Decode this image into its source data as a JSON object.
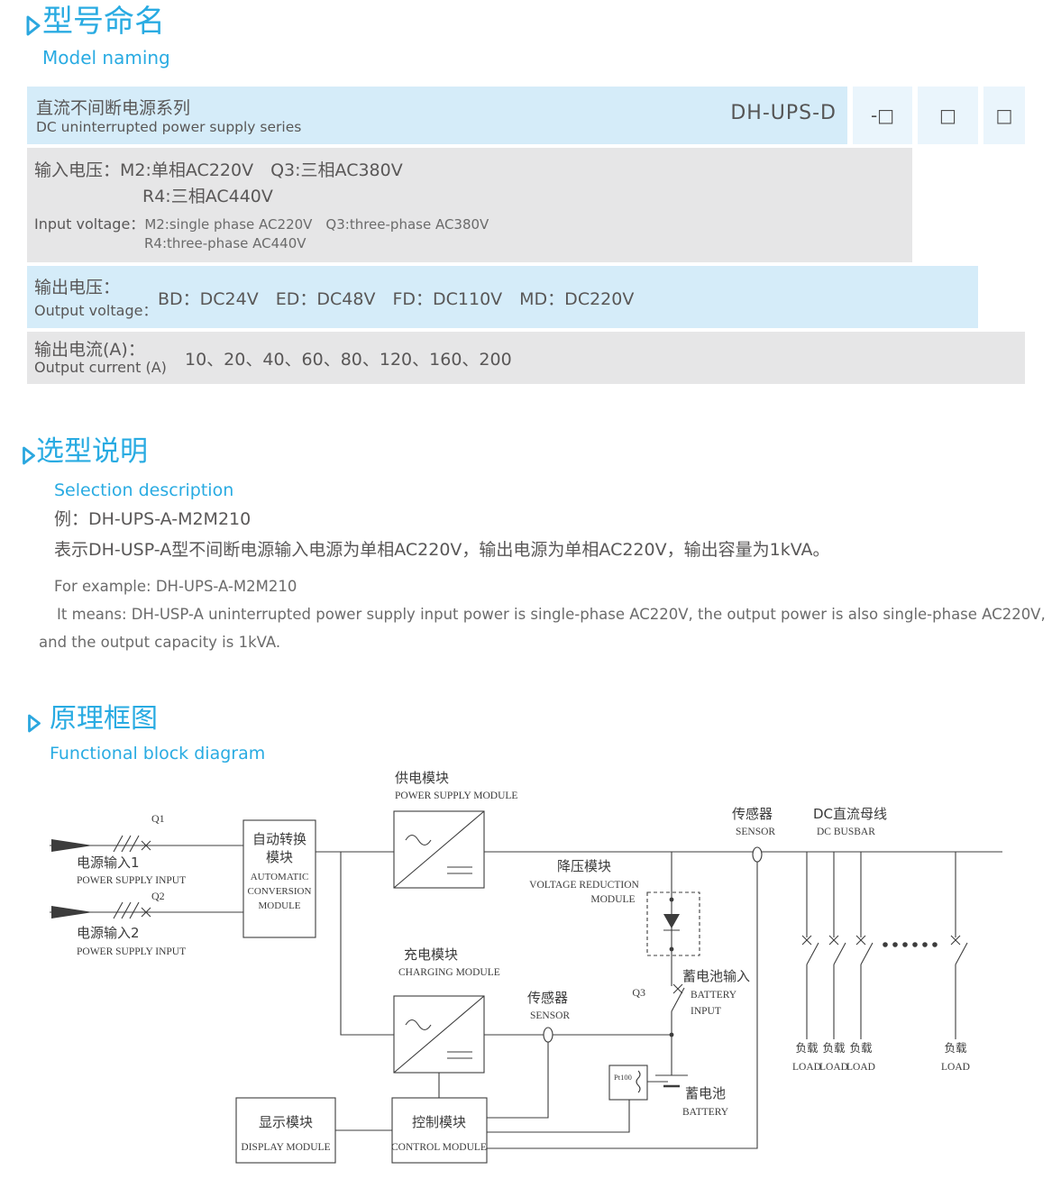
{
  "colors": {
    "accent": "#29abe2",
    "row_blue": "#d5ecf9",
    "row_gray": "#e6e6e7"
  },
  "model_naming": {
    "title_zh": "型号命名",
    "title_en": "Model naming",
    "table": {
      "series_zh": "直流不间断电源系列",
      "series_en": "DC uninterrupted power supply series",
      "model_code": "DH-UPS-D",
      "boxes": [
        "-□",
        "□",
        "□"
      ],
      "input_label_zh": "输入电压：",
      "input_value_zh1": "M2:单相AC220V　Q3:三相AC380V",
      "input_value_zh2": "R4:三相AC440V",
      "input_label_en": "Input voltage：",
      "input_value_en1": "M2:single phase AC220V　Q3:three-phase AC380V",
      "input_value_en2": "R4:three-phase AC440V",
      "output_v_label_zh": "输出电压：",
      "output_v_label_en": "Output voltage：",
      "output_v_value": "BD：DC24V　ED：DC48V　FD：DC110V　MD：DC220V",
      "output_c_label_zh": "输出电流(A)：",
      "output_c_label_en": "Output current (A)",
      "output_c_value": "10、20、40、60、80、120、160、200"
    }
  },
  "selection": {
    "title_zh": "选型说明",
    "title_en": "Selection description",
    "example_zh": "例：DH-UPS-A-M2M210",
    "desc_zh": "表示DH-USP-A型不间断电源输入电源为单相AC220V，输出电源为单相AC220V，输出容量为1kVA。",
    "example_en": "For example: DH-UPS-A-M2M210",
    "desc_en1": "It means: DH-USP-A uninterrupted power supply input power is single-phase AC220V, the output power is also single-phase AC220V,",
    "desc_en2": "and the output capacity is 1kVA."
  },
  "diagram": {
    "title_zh": "原理框图",
    "title_en": "Functional block diagram",
    "labels": {
      "power_module_zh": "供电模块",
      "power_module_en": "POWER SUPPLY MODULE",
      "sensor1_zh": "传感器",
      "sensor1_en": "SENSOR",
      "busbar_zh": "DC直流母线",
      "busbar_en": "DC BUSBAR",
      "q1": "Q1",
      "q2": "Q2",
      "q3": "Q3",
      "input1_zh": "电源输入1",
      "input1_en": "POWER SUPPLY INPUT",
      "input2_zh": "电源输入2",
      "input2_en": "POWER SUPPLY INPUT",
      "auto_lines": [
        "自动转换",
        "模块",
        "AUTOMATIC",
        "CONVERSION",
        "MODULE"
      ],
      "vr_zh": "降压模块",
      "vr_en1": "VOLTAGE REDUCTION",
      "vr_en2": "MODULE",
      "charging_zh": "充电模块",
      "charging_en": "CHARGING MODULE",
      "sensor2_zh": "传感器",
      "sensor2_en": "SENSOR",
      "battery_input_zh": "蓄电池输入",
      "battery_input_en1": "BATTERY",
      "battery_input_en2": "INPUT",
      "pt100": "Pt100",
      "battery_zh": "蓄电池",
      "battery_en": "BATTERY",
      "display_zh": "显示模块",
      "display_en": "DISPLAY MODULE",
      "control_zh": "控制模块",
      "control_en": "CONTROL MODULE"
    },
    "loads": [
      {
        "zh": "负载",
        "en": "LOAD"
      },
      {
        "zh": "负载",
        "en": "LOAD"
      },
      {
        "zh": "负载",
        "en": "LOAD"
      },
      {
        "zh": "负载",
        "en": "LOAD"
      }
    ]
  }
}
